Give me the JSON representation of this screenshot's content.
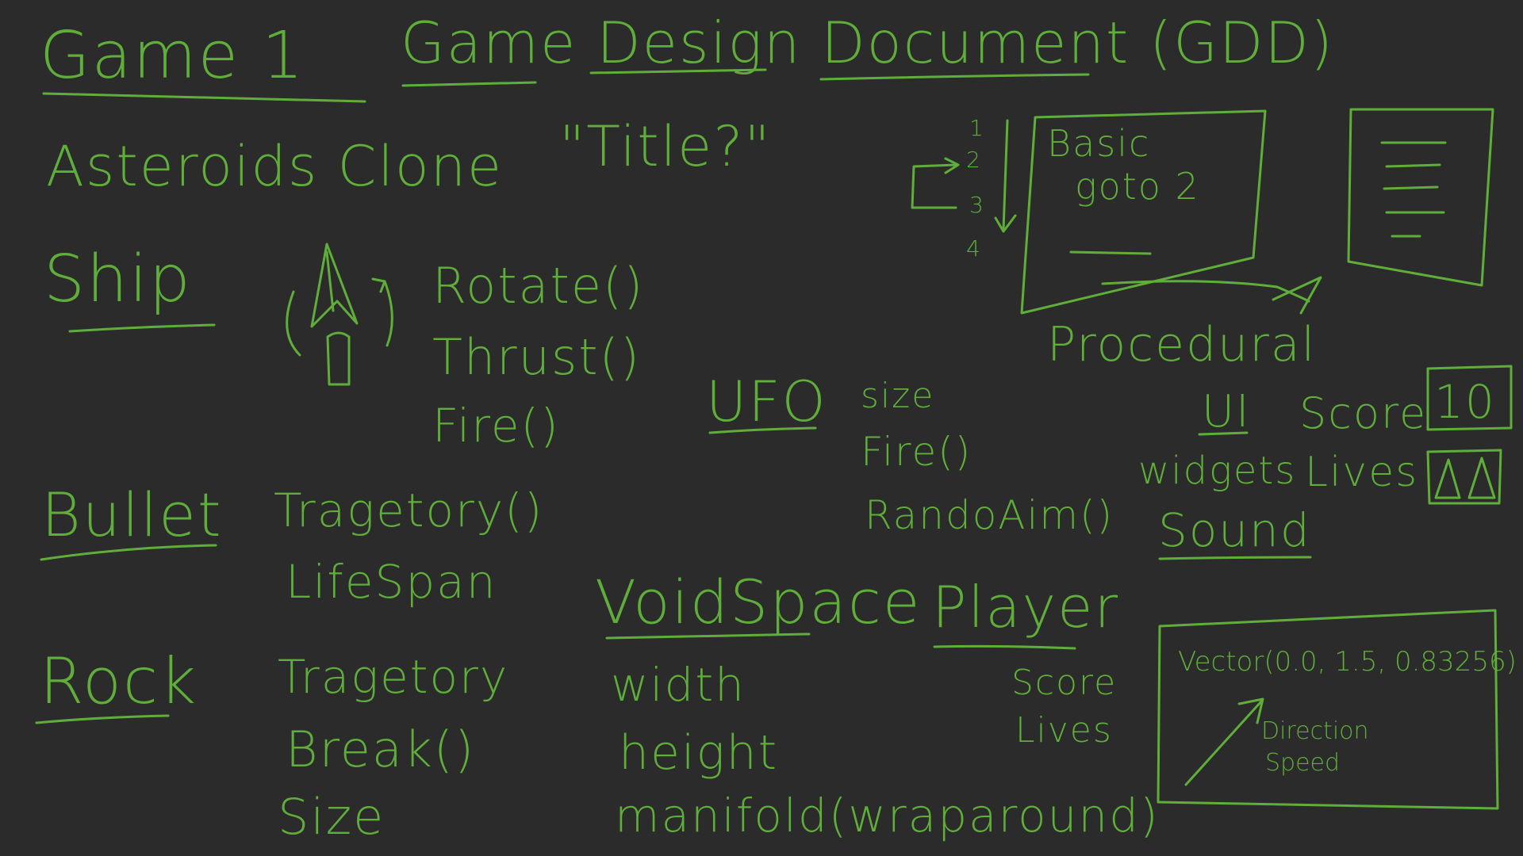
{
  "header": {
    "title_left": "Game 1",
    "title_right": "Game Design Document (GDD)"
  },
  "subtitle": {
    "text": "Asteroids Clone",
    "title_hint": "\"Title?\""
  },
  "ship": {
    "label": "Ship",
    "methods": [
      "Rotate()",
      "Thrust()",
      "Fire()"
    ]
  },
  "bullet": {
    "label": "Bullet",
    "methods": [
      "Tragetory()",
      "LifeSpan"
    ]
  },
  "rock": {
    "label": "Rock",
    "methods": [
      "Tragetory",
      "Break()",
      "Size"
    ]
  },
  "ufo": {
    "label": "UFO",
    "methods": [
      "size",
      "Fire()",
      "RandoAim()"
    ]
  },
  "voidspace": {
    "label": "VoidSpace",
    "props": [
      "width",
      "height",
      "manifold(wraparound)"
    ]
  },
  "player": {
    "label": "Player",
    "props": [
      "Score",
      "Lives"
    ]
  },
  "procedural": {
    "line_numbers": [
      "1",
      "2",
      "3",
      "4"
    ],
    "box_lines": [
      "Basic",
      "goto 2"
    ],
    "label": "Procedural"
  },
  "ui": {
    "label": "UI",
    "score_label": "Score",
    "score_value": "10",
    "widgets_label": "widgets",
    "lives_label": "Lives",
    "sound_label": "Sound"
  },
  "vector_box": {
    "vector_text": "Vector(0.0, 1.5, 0.83256)",
    "direction": "Direction",
    "speed": "Speed"
  },
  "colors": {
    "board": "#2b2b2b",
    "ink": "#5fae3a"
  }
}
